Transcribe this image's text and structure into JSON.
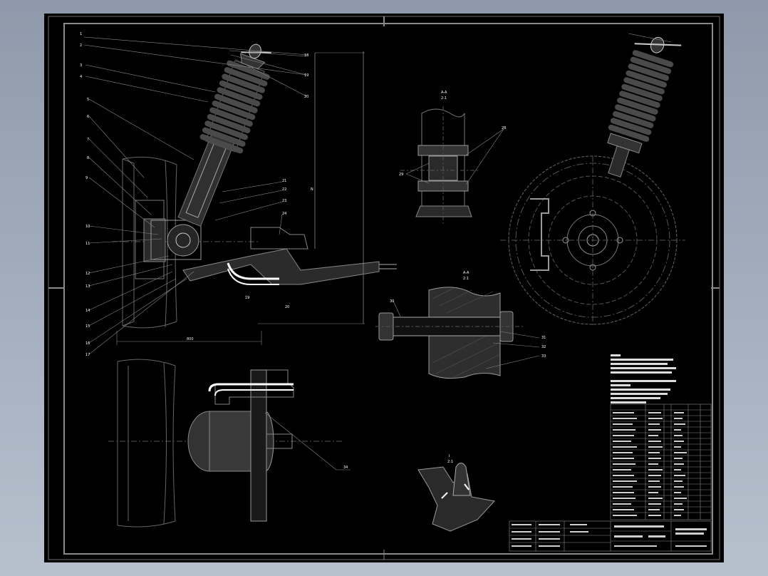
{
  "drawing": {
    "background": "#000000",
    "line_color": "#7a7a7a",
    "part_color": "#3a3a3a",
    "highlight_color": "#ffffff",
    "balloons_left": [
      "1",
      "2",
      "3",
      "4",
      "5",
      "6",
      "7",
      "8",
      "9",
      "10",
      "11",
      "12",
      "13",
      "14",
      "15",
      "16",
      "17"
    ],
    "balloons_right_upper": [
      "18",
      "19",
      "20"
    ],
    "balloons_mid": [
      "21",
      "22",
      "23",
      "24"
    ],
    "balloons_low": [
      "19",
      "20"
    ],
    "section_labels": {
      "view_top_center": "A-A",
      "view_top_center_scale": "2:1",
      "view_mid": "A-A",
      "view_mid_scale": "2:1",
      "view_bottom_small": "I",
      "view_bottom_small_scale": "2:1"
    },
    "balloon_28": "28",
    "balloon_29": "29",
    "balloon_30": "30",
    "balloon_31": "31",
    "balloon_32": "32",
    "balloon_33": "33",
    "balloon_34": "34",
    "dim_bottom": "800",
    "dim_right": "N"
  }
}
